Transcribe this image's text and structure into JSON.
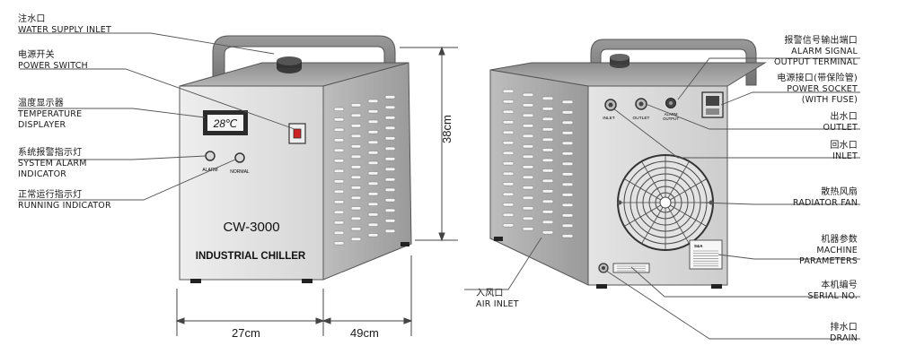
{
  "left_unit": {
    "display_value": "28℃",
    "alarm_text": "ALARM",
    "normal_text": "NORMAL",
    "model": "CW-3000",
    "product_name": "INDUSTRIAL CHILLER"
  },
  "right_unit": {
    "inlet_port": "INLET",
    "outlet_port": "OUTLET",
    "alarm_output_port_line1": "ALARM",
    "alarm_output_port_line2": "OUTPUT",
    "plate_logo": "S&A"
  },
  "dimensions": {
    "height": "38cm",
    "width": "27cm",
    "depth": "49cm"
  },
  "left_labels": [
    {
      "cn": "注水口",
      "en": [
        "WATER SUPPLY INLET"
      ]
    },
    {
      "cn": "电源开关",
      "en": [
        "POWER SWITCH"
      ]
    },
    {
      "cn": "温度显示器",
      "en": [
        "TEMPERATURE",
        "DISPLAYER"
      ]
    },
    {
      "cn": "系统报警指示灯",
      "en": [
        "SYSTEM ALARM",
        "INDICATOR"
      ]
    },
    {
      "cn": "正常运行指示灯",
      "en": [
        "RUNNING INDICATOR"
      ]
    }
  ],
  "right_labels": [
    {
      "cn": "报警信号输出端口",
      "en": [
        "ALARM SIGNAL",
        "OUTPUT  TERMINAL"
      ]
    },
    {
      "cn": "电源接口(带保险管)",
      "en": [
        "POWER SOCKET",
        "(WITH FUSE)"
      ]
    },
    {
      "cn": "出水口",
      "en": [
        "OUTLET"
      ]
    },
    {
      "cn": "回水口",
      "en": [
        "INLET"
      ]
    },
    {
      "cn": "散热风扇",
      "en": [
        "RADIATOR FAN"
      ]
    },
    {
      "cn": "机器参数",
      "en": [
        "MACHINE",
        "PARAMETERS"
      ]
    },
    {
      "cn": "本机编号",
      "en": [
        "SERIAL NO."
      ]
    },
    {
      "cn": "排水口",
      "en": [
        "DRAIN"
      ]
    }
  ],
  "bottom_labels": [
    {
      "cn": "入风口",
      "en": [
        "AIR INLET"
      ]
    }
  ]
}
